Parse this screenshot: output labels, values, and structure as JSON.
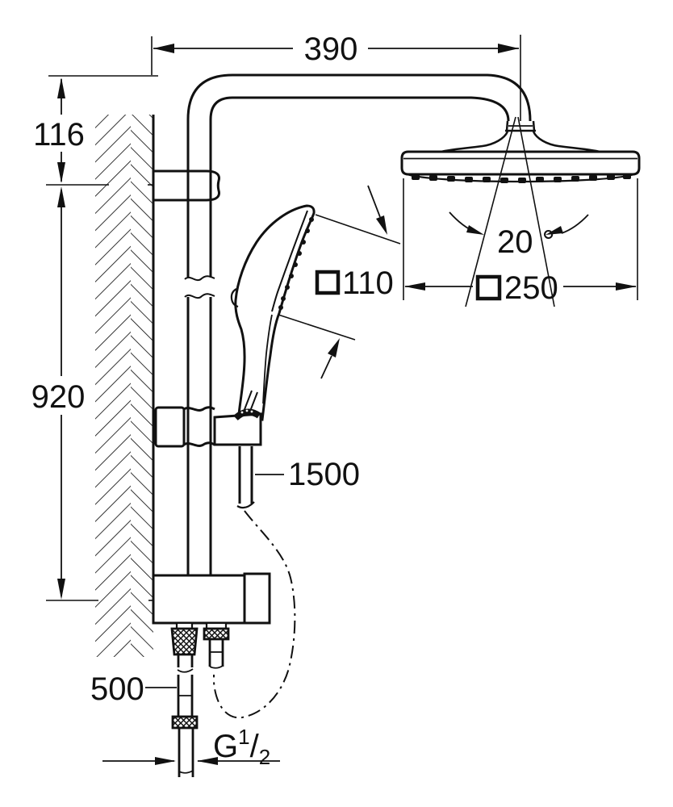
{
  "drawing": {
    "dims": {
      "arm_projection": "390",
      "top_offset": "116",
      "bar_height": "920",
      "spray_angle": "20 °",
      "hand_face": "110",
      "head_face": "250",
      "hose": "1500",
      "supply": "500"
    },
    "thread": {
      "letter": "G",
      "numerator": "1",
      "slash": "/",
      "denominator": "2"
    },
    "icons": {
      "hand_face_square": "square-symbol",
      "head_face_square": "square-symbol"
    },
    "colors": {
      "line": "#111111",
      "background": "#ffffff"
    }
  }
}
